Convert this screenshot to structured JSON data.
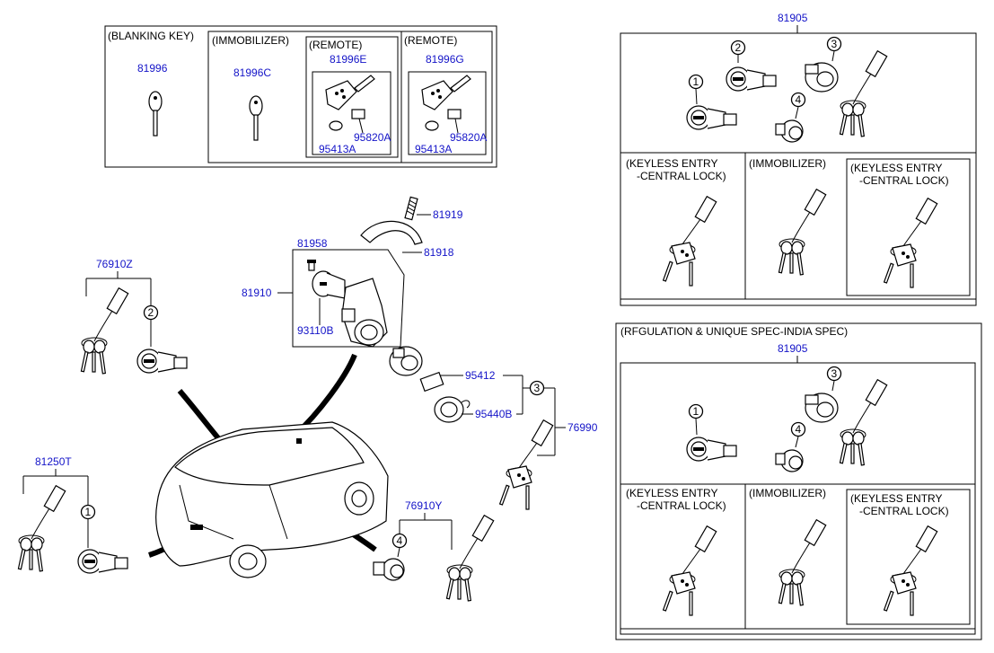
{
  "top_left_panel": {
    "blanking_key": {
      "header": "(BLANKING KEY)",
      "part": "81996"
    },
    "immobilizer": {
      "header": "(IMMOBILIZER)",
      "part": "81996C"
    },
    "remote_1": {
      "header": "(REMOTE)",
      "part": "81996E",
      "sub_a": "95820A",
      "sub_b": "95413A"
    },
    "remote_2": {
      "header": "(REMOTE)",
      "part": "81996G",
      "sub_a": "95820A",
      "sub_b": "95413A"
    }
  },
  "right_top_panel": {
    "part": "81905",
    "callouts": [
      "1",
      "2",
      "3",
      "4"
    ],
    "keyless_1": {
      "line1": "(KEYLESS ENTRY",
      "line2": "-CENTRAL LOCK)"
    },
    "immobilizer": "(IMMOBILIZER)",
    "keyless_2": {
      "line1": "(KEYLESS ENTRY",
      "line2": "-CENTRAL LOCK)"
    }
  },
  "right_bottom_panel": {
    "header": "(RFGULATION & UNIQUE SPEC-INDIA SPEC)",
    "part": "81905",
    "callouts": [
      "1",
      "3",
      "4"
    ],
    "keyless_1": {
      "line1": "(KEYLESS ENTRY",
      "line2": "-CENTRAL LOCK)"
    },
    "immobilizer": "(IMMOBILIZER)",
    "keyless_2": {
      "line1": "(KEYLESS ENTRY",
      "line2": "-CENTRAL LOCK)"
    }
  },
  "main": {
    "p81919": "81919",
    "p81918": "81918",
    "p81958": "81958",
    "p81910": "81910",
    "p93110B": "93110B",
    "p95412": "95412",
    "p95440B": "95440B",
    "p76990": "76990",
    "p76990_callout": "3",
    "p76910Z": "76910Z",
    "p76910Z_callout": "2",
    "p81250T": "81250T",
    "p81250T_callout": "1",
    "p76910Y": "76910Y",
    "p76910Y_callout": "4"
  }
}
